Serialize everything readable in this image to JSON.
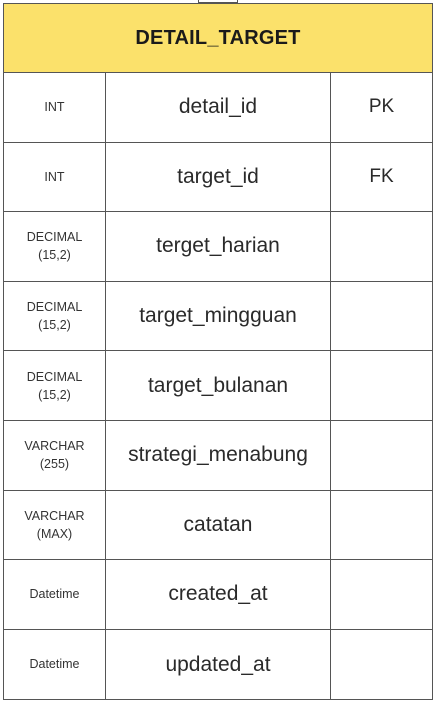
{
  "entity": {
    "title": "DETAIL_TARGET",
    "header_color": "#fbe16b",
    "attributes": [
      {
        "type": "INT",
        "name": "detail_id",
        "key": "PK"
      },
      {
        "type": "INT",
        "name": "target_id",
        "key": "FK"
      },
      {
        "type": "DECIMAL\n(15,2)",
        "name": "terget_harian",
        "key": ""
      },
      {
        "type": "DECIMAL\n(15,2)",
        "name": "target_mingguan",
        "key": ""
      },
      {
        "type": "DECIMAL\n(15,2)",
        "name": "target_bulanan",
        "key": ""
      },
      {
        "type": "VARCHAR\n(255)",
        "name": "strategi_menabung",
        "key": ""
      },
      {
        "type": "VARCHAR\n(MAX)",
        "name": "catatan",
        "key": ""
      },
      {
        "type": "Datetime",
        "name": "created_at",
        "key": ""
      },
      {
        "type": "Datetime",
        "name": "updated_at",
        "key": ""
      }
    ]
  }
}
